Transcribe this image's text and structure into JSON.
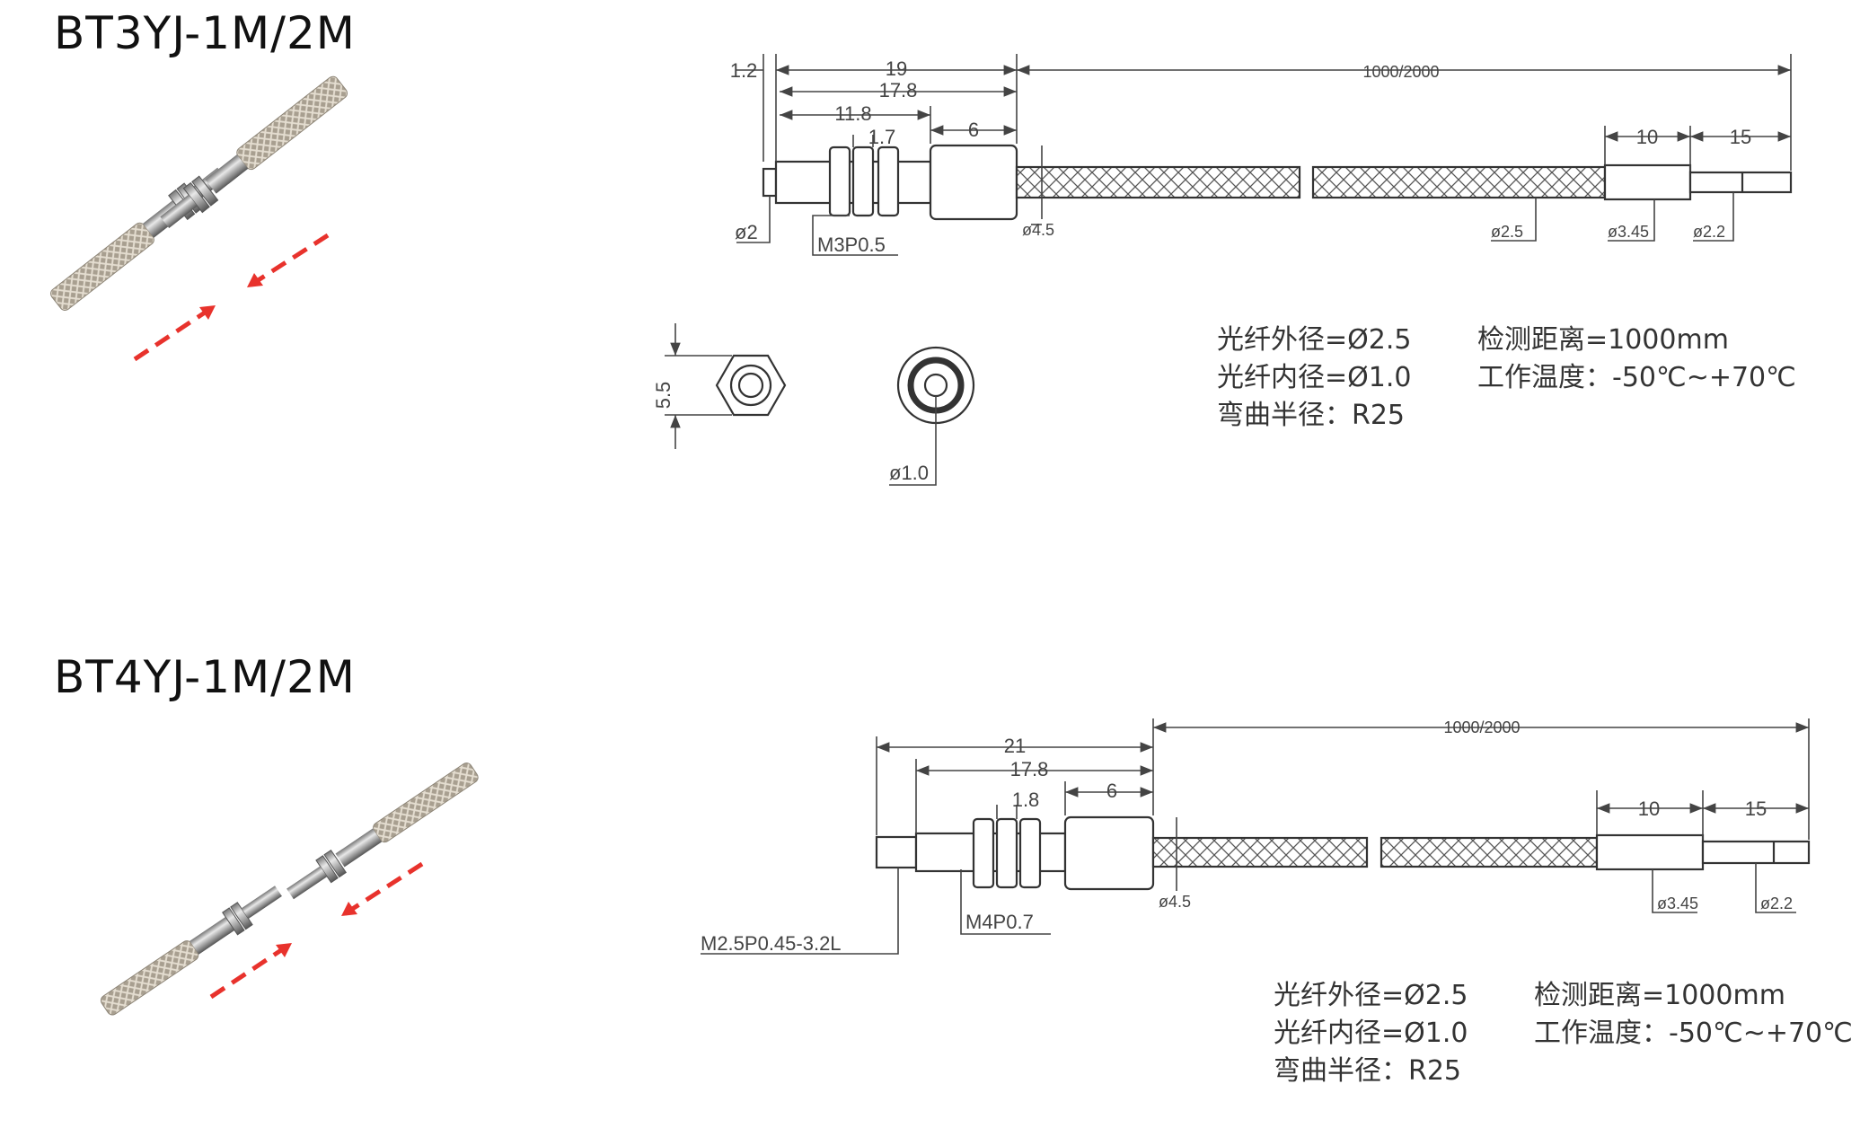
{
  "models": [
    {
      "name": "BT3YJ-1M/2M",
      "dims": {
        "tip": "1.2",
        "total_head": "19",
        "body": "17.8",
        "thread": "11.8",
        "nut": "1.7",
        "sleeve": "6",
        "cable_length": "1000/2000",
        "end_sleeve": "10",
        "end_tip": "15",
        "tip_dia": "ø2",
        "thread_spec": "M3P0.5",
        "sleeve_dia": "ø4.5",
        "cable_dia": "ø2.5",
        "end_sleeve_dia": "ø3.45",
        "end_tip_dia": "ø2.2",
        "hex_width": "5.5",
        "core_dia": "ø1.0"
      },
      "specs": {
        "left": [
          "光纤外径=Ø2.5",
          "光纤内径=Ø1.0",
          "弯曲半径：R25"
        ],
        "right": [
          "检测距离=1000mm",
          "工作温度：-50℃~+70℃"
        ]
      }
    },
    {
      "name": "BT4YJ-1M/2M",
      "dims": {
        "total_head": "21",
        "body": "17.8",
        "nut": "1.8",
        "sleeve": "6",
        "cable_length": "1000/2000",
        "end_sleeve": "10",
        "end_tip": "15",
        "sleeve_dia": "ø4.5",
        "end_sleeve_dia": "ø3.45",
        "end_tip_dia": "ø2.2",
        "tip_spec": "M2.5P0.45-3.2L",
        "thread_spec": "M4P0.7"
      },
      "specs": {
        "left": [
          "光纤外径=Ø2.5",
          "光纤内径=Ø1.0",
          "弯曲半径：R25"
        ],
        "right": [
          "检测距离=1000mm",
          "工作温度：-50℃~+70℃"
        ]
      }
    }
  ],
  "colors": {
    "arrow": "#e8322c",
    "metal": "#b8b8b8",
    "line": "#333333"
  }
}
